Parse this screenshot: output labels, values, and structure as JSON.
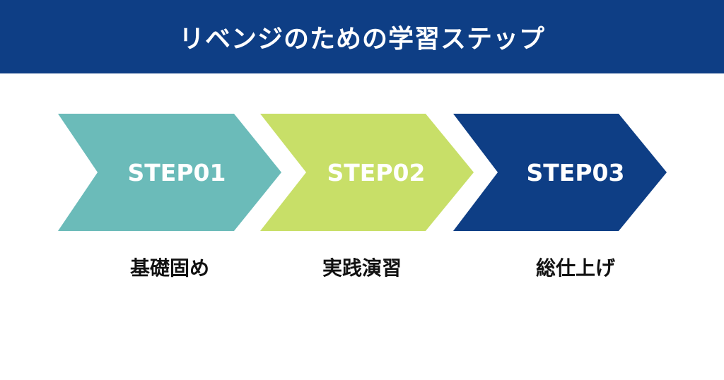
{
  "header": {
    "title": "リベンジのための学習ステップ",
    "background": "#0e3e85"
  },
  "steps": [
    {
      "label": "STEP01",
      "caption": "基礎固め",
      "color": "#6bbbb9"
    },
    {
      "label": "STEP02",
      "caption": "実践演習",
      "color": "#c8df68"
    },
    {
      "label": "STEP03",
      "caption": "総仕上げ",
      "color": "#0e3e85"
    }
  ]
}
